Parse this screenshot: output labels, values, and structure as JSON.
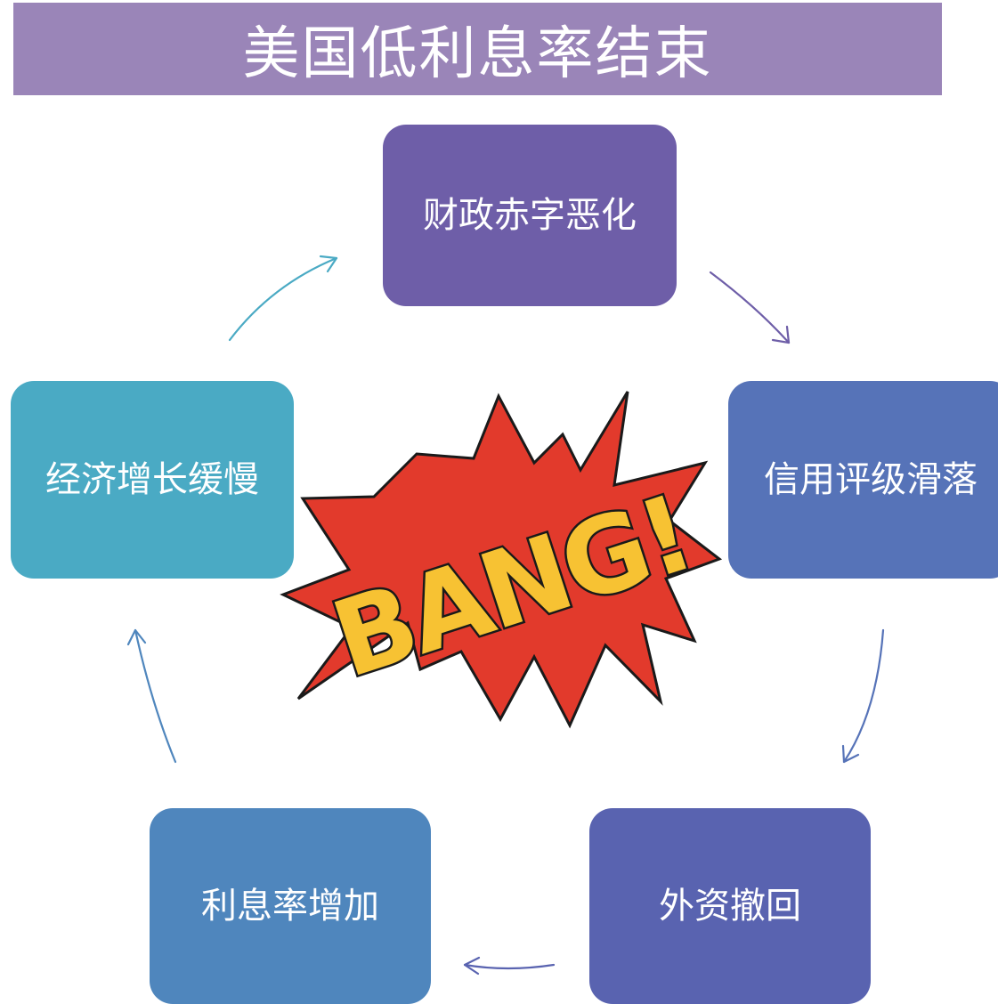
{
  "title": "美国低利息率结束",
  "nodes": [
    {
      "label": "财政赤字恶化",
      "color": "#6e5ea8"
    },
    {
      "label": "信用评级滑落",
      "color": "#5673b8"
    },
    {
      "label": "外资撤回",
      "color": "#5963b0"
    },
    {
      "label": "利息率增加",
      "color": "#4f86bd"
    },
    {
      "label": "经济增长缓慢",
      "color": "#4aaac4"
    }
  ],
  "center_graphic": {
    "text": "BANG!",
    "burst_color": "#e23a2c",
    "letter_color": "#f7c233"
  }
}
